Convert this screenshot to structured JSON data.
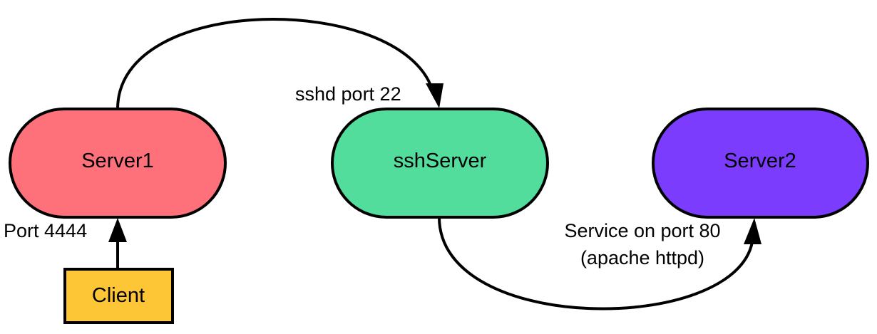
{
  "nodes": {
    "server1": {
      "label": "Server1",
      "color": "#fe717b"
    },
    "ssh_server": {
      "label": "sshServer",
      "color": "#52dd9d"
    },
    "server2": {
      "label": "Server2",
      "color": "#7b3cfd"
    },
    "client": {
      "label": "Client",
      "color": "#fdc637"
    }
  },
  "edges": {
    "server1_to_sshserver": {
      "label": "sshd port 22"
    },
    "client_to_server1": {
      "label": "Port 4444"
    },
    "sshserver_to_server2": {
      "label_lines": [
        "Service on port 80",
        "(apache httpd)"
      ]
    }
  },
  "stroke_color": "#000000"
}
